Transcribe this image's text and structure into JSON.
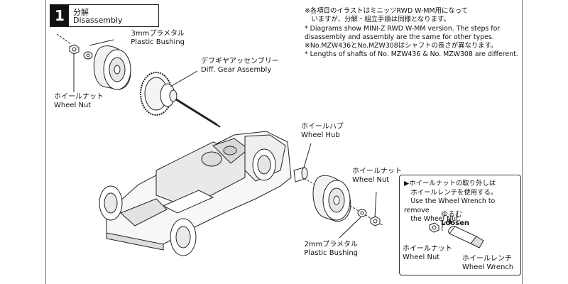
{
  "step": {
    "number": "1",
    "title_jp": "分解",
    "title_en": "Disassembly"
  },
  "notes": [
    "※各項目のイラストはミニッツRWD W-MM用になって",
    "　いますが、分解・組立手順は同様となります。",
    "* Diagrams show MINI-Z RWD W-MM version. The steps for",
    "  disassembly and assembly are the same for other types.",
    "※No.MZW436とNo.MZW308はシャフトの長さが異なります。",
    "* Lengths of shafts of No. MZW436 & No. MZW308 are different."
  ],
  "labels": {
    "bushing3_jp": "3mmプラメタル",
    "bushing3_en": "Plastic Bushing",
    "diff_jp": "デフギヤアッセンブリー",
    "diff_en": "Diff. Gear Assembly",
    "nut_left_jp": "ホイールナット",
    "nut_left_en": "Wheel Nut",
    "hub_jp": "ホイールハブ",
    "hub_en": "Wheel Hub",
    "nut_right_jp": "ホイールナット",
    "nut_right_en": "Wheel Nut",
    "bushing2_jp": "2mmプラメタル",
    "bushing2_en": "Plastic Bushing"
  },
  "callout": {
    "lines": [
      "▶ホイールナットの取り外しは",
      "　ホイールレンチを使用する。",
      "　Use the Wheel Wrench to remove",
      "　the Wheel Nut."
    ],
    "loosen_jp": "ゆるむ",
    "loosen_en": "Loosen",
    "nut_jp": "ホイールナット",
    "nut_en": "Wheel Nut",
    "wrench_jp": "ホイールレンチ",
    "wrench_en": "Wheel Wrench"
  }
}
